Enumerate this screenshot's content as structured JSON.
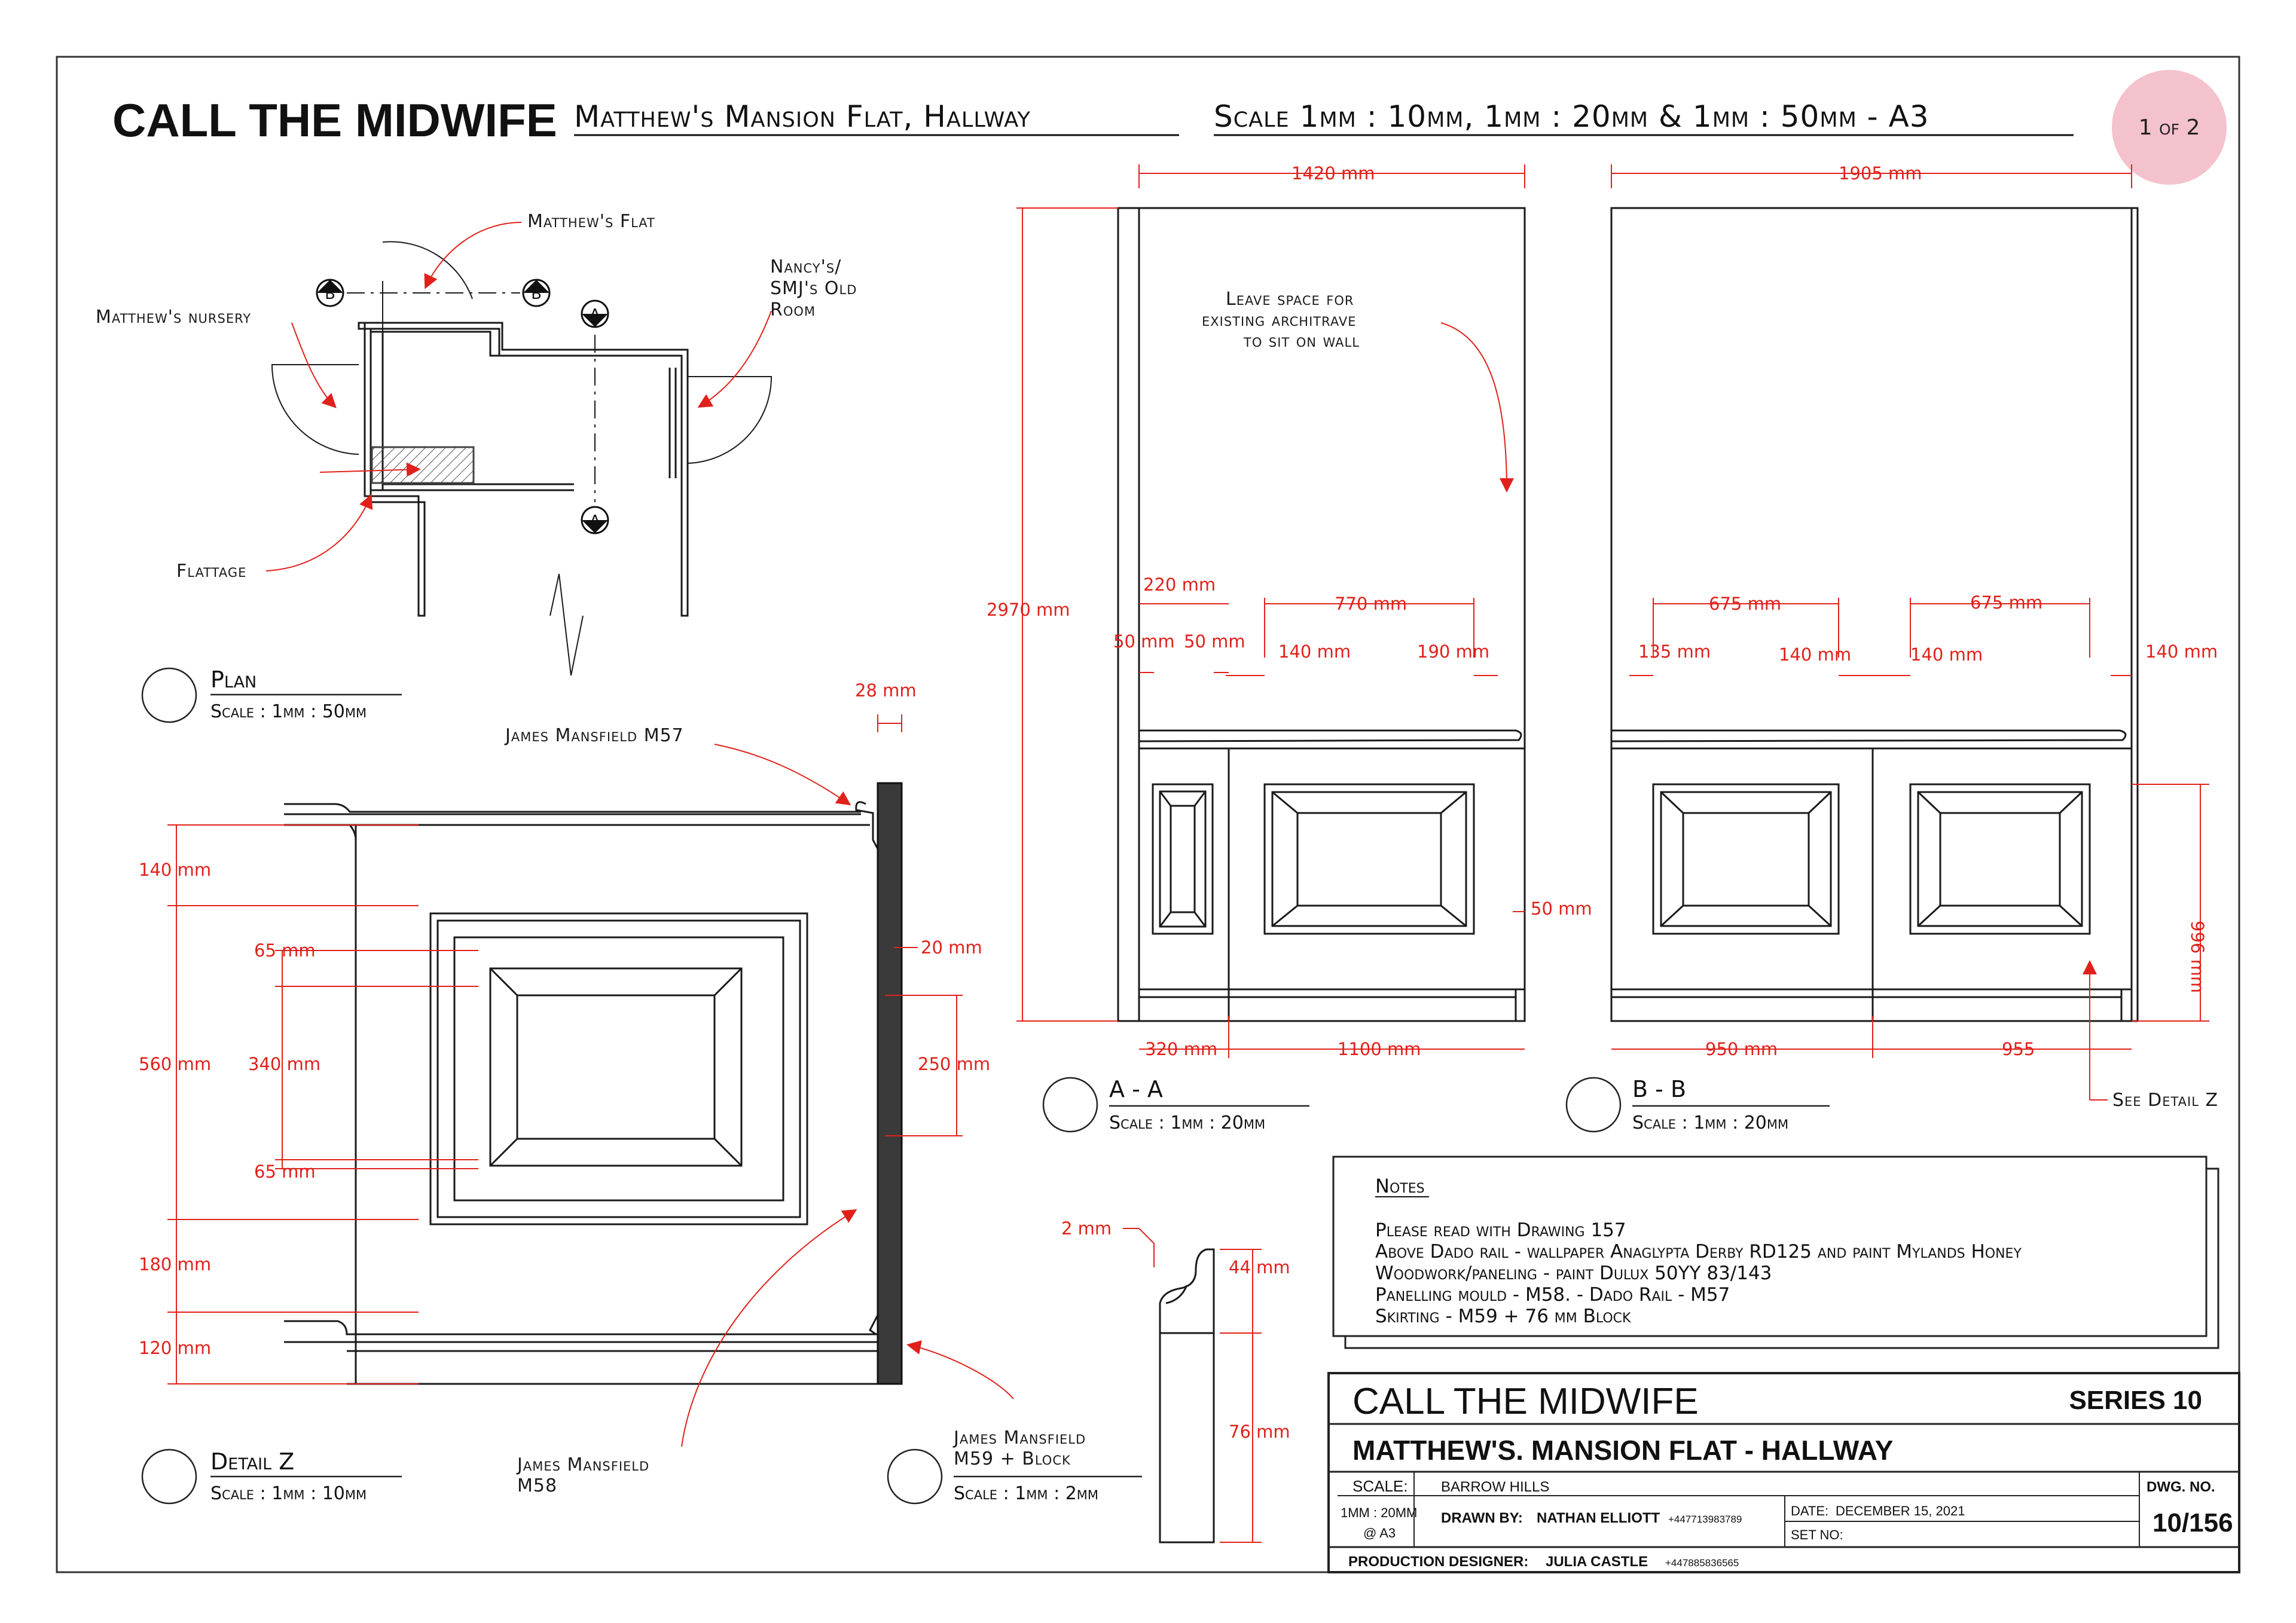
{
  "header": {
    "show_title": "CALL THE MIDWIFE",
    "sheet_title": "Matthew's Mansion Flat, Hallway",
    "scale_note": "Scale 1mm : 10mm, 1mm : 20mm & 1mm : 50mm - A3",
    "sheet_count": "1 of 2",
    "badge_color": "#f4c2cc"
  },
  "plan": {
    "labels": {
      "matthews_flat": "Matthew's Flat",
      "nancys_room_1": "Nancy's/",
      "nancys_room_2": "SMJ's Old",
      "nancys_room_3": "Room",
      "matthews_nursery": "Matthew's nursery",
      "flattage": "Flattage"
    },
    "markers": {
      "b": "B",
      "a": "A"
    },
    "title": "Plan",
    "scale": "Scale : 1mm : 50mm"
  },
  "elev_a": {
    "dims": {
      "width": "1420 mm",
      "height": "2970 mm",
      "d220": "220 mm",
      "d770": "770 mm",
      "d50a": "50 mm",
      "d50b": "50 mm",
      "d140": "140 mm",
      "d190": "190 mm",
      "d50side": "50 mm",
      "d320": "320 mm",
      "d1100": "1100 mm"
    },
    "note_1": "Leave space for",
    "note_2": "existing architrave",
    "note_3": "to sit on wall",
    "title": "A - A",
    "scale": "Scale : 1mm : 20mm"
  },
  "elev_b": {
    "dims": {
      "width": "1905 mm",
      "d675a": "675 mm",
      "d675b": "675 mm",
      "d135": "135 mm",
      "d140a": "140 mm",
      "d140b": "140 mm",
      "d140c": "140 mm",
      "d996": "996 mm",
      "d950": "950 mm",
      "d955": "955"
    },
    "see_detail": "See Detail Z",
    "title": "B - B",
    "scale": "Scale : 1mm : 20mm"
  },
  "detail_z": {
    "dims": {
      "d140": "140 mm",
      "d560": "560 mm",
      "d180": "180 mm",
      "d120": "120 mm",
      "d65a": "65 mm",
      "d340": "340 mm",
      "d65b": "65 mm",
      "d28": "28 mm",
      "d20": "20 mm",
      "d250": "250 mm"
    },
    "label_m57": "James Mansfield M57",
    "label_m58_1": "James Mansfield",
    "label_m58_2": "M58",
    "title": "Detail Z",
    "scale": "Scale : 1mm : 10mm"
  },
  "moulding": {
    "dims": {
      "d2": "2 mm",
      "d44": "44 mm",
      "d76": "76 mm"
    },
    "label_1": "James Mansfield",
    "label_2": "M59 + Block",
    "scale": "Scale : 1mm : 2mm"
  },
  "notes": {
    "heading": "Notes",
    "lines": [
      "Please read with Drawing 157",
      "Above Dado rail - wallpaper Anaglypta Derby RD125 and paint Mylands Honey",
      "Woodwork/paneling - paint Dulux 50YY 83/143",
      "Panelling mould - M58. -  Dado Rail - M57",
      "Skirting - M59 + 76 mm Block"
    ]
  },
  "title_block": {
    "show": "CALL THE MIDWIFE",
    "series": "SERIES 10",
    "subtitle": "MATTHEW'S. MANSION FLAT - HALLWAY",
    "scale_label": "SCALE:",
    "scale_value_1": "1MM : 20MM",
    "scale_value_2": "@ A3",
    "location": "BARROW HILLS",
    "drawn_by_label": "DRAWN BY:",
    "drawn_by": "NATHAN ELLIOTT",
    "drawn_phone": "+447713983789",
    "date_label": "DATE:",
    "date": "DECEMBER 15, 2021",
    "set_label": "SET NO:",
    "dwg_label": "DWG. NO.",
    "dwg_no": "10/156",
    "designer_label": "PRODUCTION DESIGNER:",
    "designer": "JULIA CASTLE",
    "designer_phone": "+447885836565"
  },
  "colors": {
    "dimension": "#e0211b",
    "line": "#1a1a1a"
  }
}
